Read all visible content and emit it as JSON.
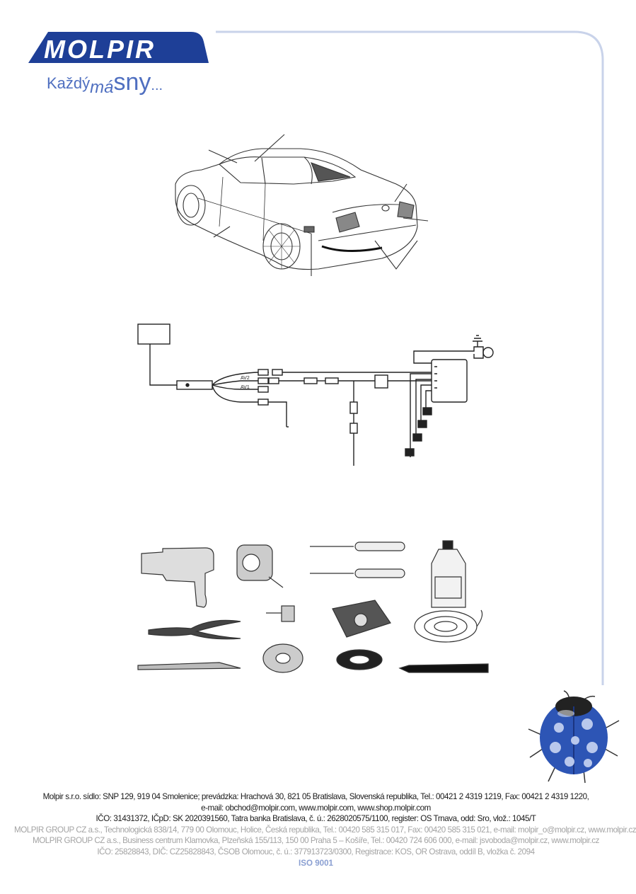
{
  "brand": {
    "logo_text": "MOLPIR",
    "tagline": "Každý má sny...",
    "colors": {
      "primary": "#1e3f97",
      "accent": "#4f6fc0",
      "frame": "#c9d3ea"
    }
  },
  "figures": [
    {
      "name": "car-installation-illustration",
      "icon": "car-rear-view"
    },
    {
      "name": "wiring-harness-diagram",
      "icon": "wiring-schematic",
      "labels": {
        "av2": "AV2",
        "av1": "AV1"
      }
    },
    {
      "name": "required-tools-illustration",
      "icon": "tools-set"
    }
  ],
  "mascot": {
    "icon": "ladybug-icon",
    "color": "#2d55b5"
  },
  "footer": {
    "line1": "Molpir s.r.o. sídlo: SNP 129, 919 04 Smolenice; prevádzka: Hrachová 30, 821 05 Bratislava, Slovenská republika, Tel.: 00421 2 4319 1219, Fax: 00421 2 4319 1220,",
    "line2": "e-mail: obchod@molpir.com, www.molpir.com, www.shop.molpir.com",
    "line3": "IČO: 31431372, IČpD: SK 2020391560, Tatra banka Bratislava, č. ú.: 2628020575/1100, register: OS Trnava, odd: Sro, vlož.: 1045/T",
    "line4": "MOLPIR GROUP CZ a.s., Technologická 838/14, 779 00  Olomouc, Holice, Česká republika, Tel.: 00420 585 315 017, Fax: 00420 585 315 021, e-mail: molpir_o@molpir.cz, www.molpir.cz",
    "line5": "MOLPIR GROUP CZ a.s., Business centrum Klamovka, Plzeňská 155/113, 150 00  Praha 5 – Košíře, Tel.: 00420 724 606 000, e-mail: jsvoboda@molpir.cz, www.molpir.cz",
    "line6": "IČO: 25828843, DIČ: CZ25828843, ČSOB Olomouc, č. ú.: 377913723/0300, Registrace: KOS, OR Ostrava, oddíl B, vložka č. 2094",
    "iso": "ISO 9001"
  }
}
